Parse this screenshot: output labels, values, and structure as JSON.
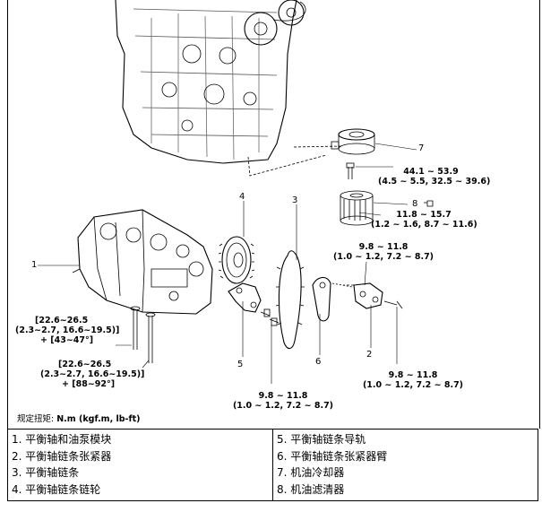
{
  "callouts": {
    "n1": "1",
    "n2": "2",
    "n3": "3",
    "n4": "4",
    "n5": "5",
    "n6": "6",
    "n7": "7",
    "n8": "8"
  },
  "torque_specs": {
    "oil_cooler_bolt": {
      "line1": "44.1 ~ 53.9",
      "line2": "(4.5 ~ 5.5, 32.5 ~ 39.6)"
    },
    "oil_filter": {
      "line1": "11.8 ~ 15.7",
      "line2": "(1.2 ~ 1.6, 8.7 ~ 11.6)"
    },
    "guide_bolt_upper": {
      "line1": "9.8 ~ 11.8",
      "line2": "(1.0 ~ 1.2, 7.2 ~ 8.7)"
    },
    "tensioner_bolt": {
      "line1": "9.8 ~ 11.8",
      "line2": "(1.0 ~ 1.2, 7.2 ~ 8.7)"
    },
    "lower_bolt": {
      "line1": "9.8 ~ 11.8",
      "line2": "(1.0 ~ 1.2, 7.2 ~ 8.7)"
    },
    "module_bolt_a": {
      "line1": "[22.6~26.5",
      "line2": "(2.3~2.7, 16.6~19.5)]",
      "line3": "+ [43~47°]"
    },
    "module_bolt_b": {
      "line1": "[22.6~26.5",
      "line2": "(2.3~2.7, 16.6~19.5)]",
      "line3": "+ [88~92°]"
    }
  },
  "torque_note": {
    "label": "规定扭矩:",
    "units": "N.m (kgf.m, lb-ft)"
  },
  "legend": {
    "left": [
      "1. 平衡轴和油泵模块",
      "2. 平衡轴链条张紧器",
      "3. 平衡轴链条",
      "4. 平衡轴链条链轮"
    ],
    "right": [
      "5. 平衡轴链条导轨",
      "6. 平衡轴链条张紧器臂",
      "7. 机油冷却器",
      "8. 机油滤清器"
    ]
  }
}
